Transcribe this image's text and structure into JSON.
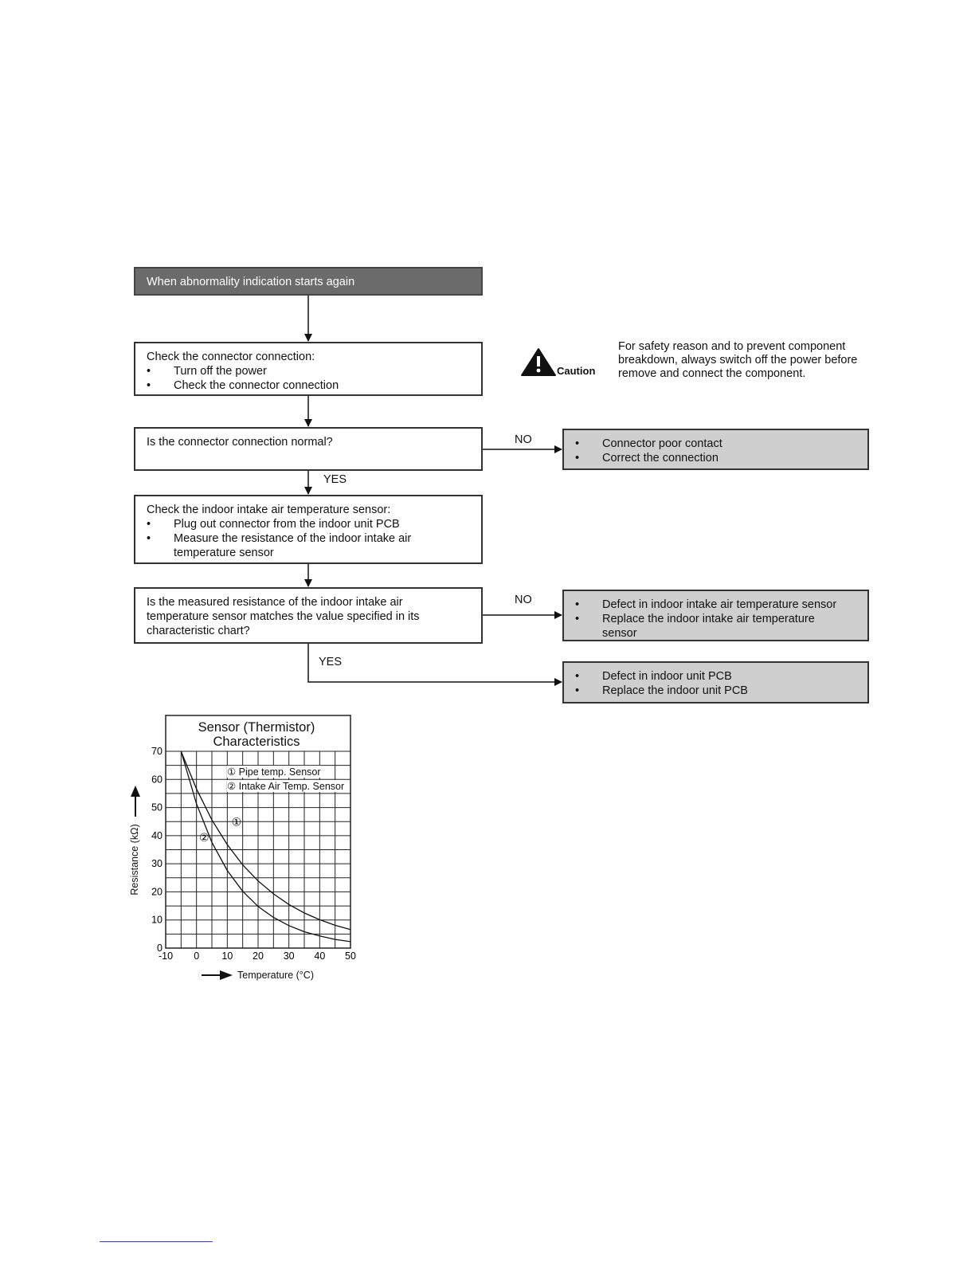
{
  "flow": {
    "start": {
      "text": "When abnormality indication starts again"
    },
    "check_connector": {
      "title": "Check the connector connection:",
      "items": [
        "Turn off the power",
        "Check the connector connection"
      ]
    },
    "q_connector": {
      "text": "Is the connector connection normal?"
    },
    "check_sensor": {
      "title": "Check the indoor intake air temperature sensor:",
      "items": [
        "Plug out connector from the indoor unit PCB",
        "Measure the resistance of the indoor intake air temperature sensor"
      ]
    },
    "q_resistance": {
      "text": "Is the measured resistance of the indoor intake air temperature sensor matches the value specified in its characteristic chart?"
    },
    "result_contact": {
      "items": [
        "Connector poor contact",
        "Correct the connection"
      ]
    },
    "result_sensor": {
      "items": [
        "Defect in indoor intake air temperature sensor",
        "Replace the indoor intake air temperature sensor"
      ]
    },
    "result_pcb": {
      "items": [
        "Defect in indoor unit PCB",
        "Replace the indoor unit PCB"
      ]
    },
    "labels": {
      "no1": "NO",
      "yes1": "YES",
      "no2": "NO",
      "yes2": "YES"
    }
  },
  "caution": {
    "word": "Caution",
    "text": "For safety reason and to prevent component breakdown, always switch off the power before remove and connect the component.",
    "icon": "warning-triangle-icon"
  },
  "chart_data": {
    "type": "line",
    "title": "Sensor (Thermistor) Characteristics",
    "xlabel": "Temperature (°C)",
    "ylabel": "Resistance (kΩ)",
    "xlim": [
      -10,
      50
    ],
    "ylim": [
      0,
      70
    ],
    "x_ticks": [
      "-10",
      "0",
      "10",
      "20",
      "30",
      "40",
      "50"
    ],
    "y_ticks": [
      "0",
      "10",
      "20",
      "30",
      "40",
      "50",
      "60",
      "70"
    ],
    "grid": true,
    "legend": [
      "① Pipe temp. Sensor",
      "② Intake Air Temp. Sensor"
    ],
    "series": [
      {
        "name": "① Pipe temp. Sensor",
        "marker": "①",
        "x": [
          -5,
          0,
          5,
          10,
          15,
          20,
          25,
          30,
          35,
          40,
          45,
          50
        ],
        "y": [
          70,
          56.6,
          45.6,
          36.8,
          29.6,
          23.9,
          19.3,
          15.5,
          12.5,
          10.1,
          8.1,
          6.6
        ]
      },
      {
        "name": "② Intake Air Temp. Sensor",
        "marker": "②",
        "x": [
          -5,
          0,
          5,
          10,
          15,
          20,
          25,
          30,
          35,
          40,
          45,
          50
        ],
        "y": [
          70,
          51.3,
          37.6,
          27.6,
          20.2,
          14.8,
          10.9,
          8.0,
          5.8,
          4.3,
          3.1,
          2.3
        ]
      }
    ]
  }
}
